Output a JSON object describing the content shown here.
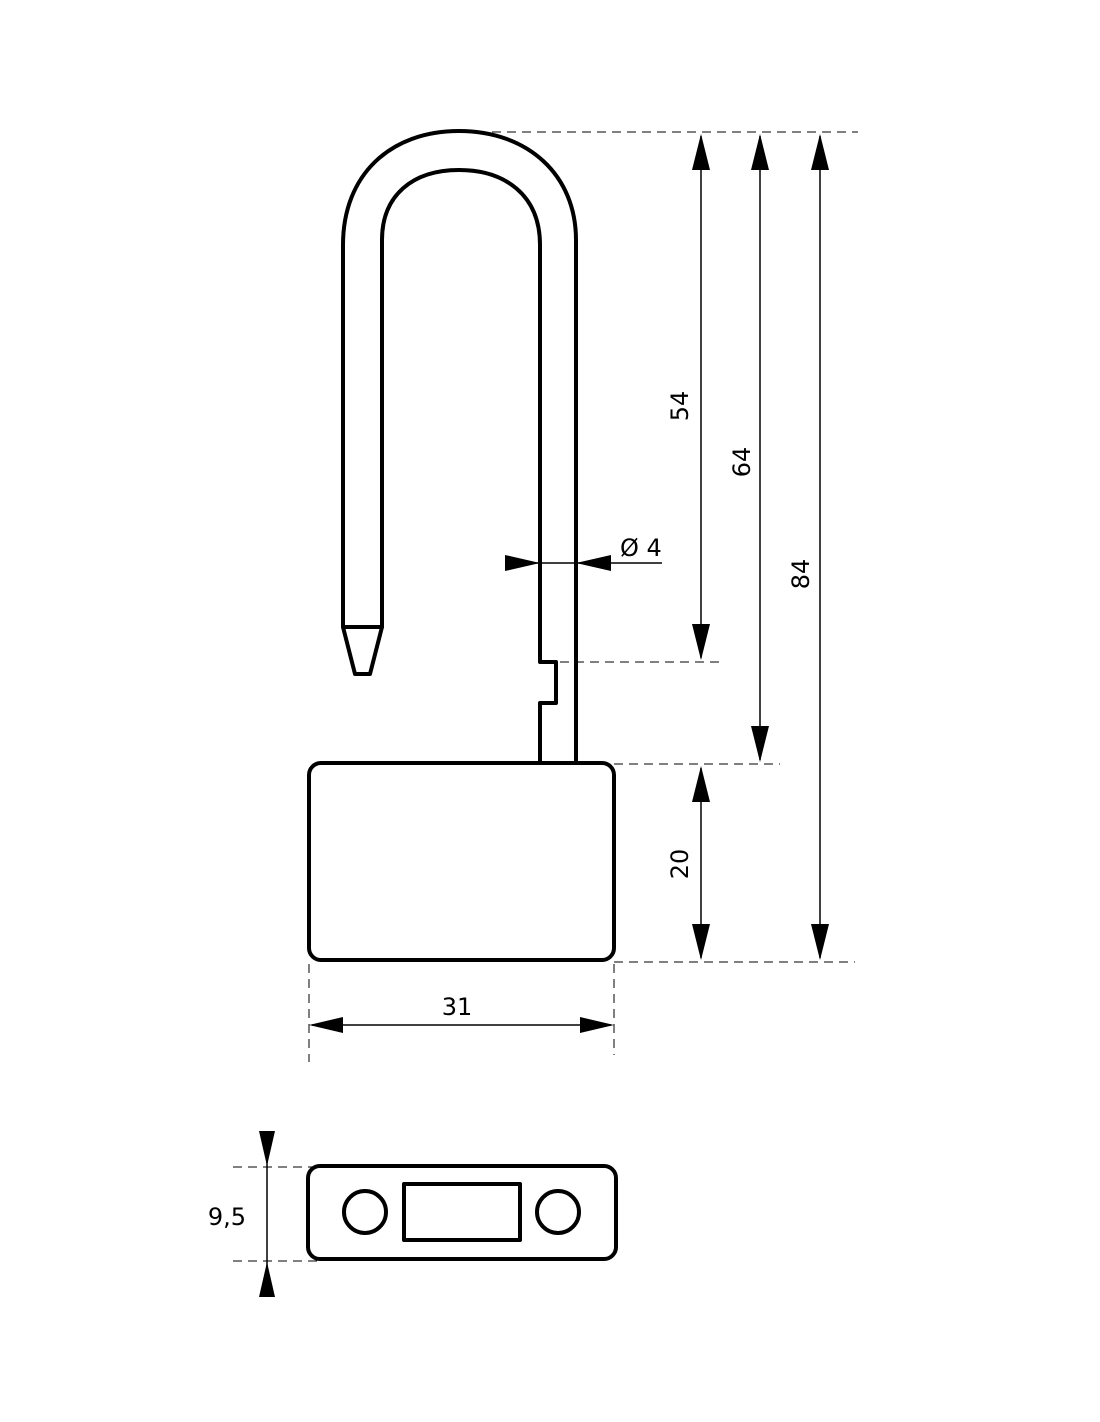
{
  "drawing": {
    "subject": "padlock",
    "dimensions": {
      "shackle_clearance": "54",
      "shackle_length": "64",
      "overall_height": "84",
      "body_height": "20",
      "body_width": "31",
      "shackle_diameter": "Ø 4",
      "body_thickness": "9,5"
    }
  }
}
